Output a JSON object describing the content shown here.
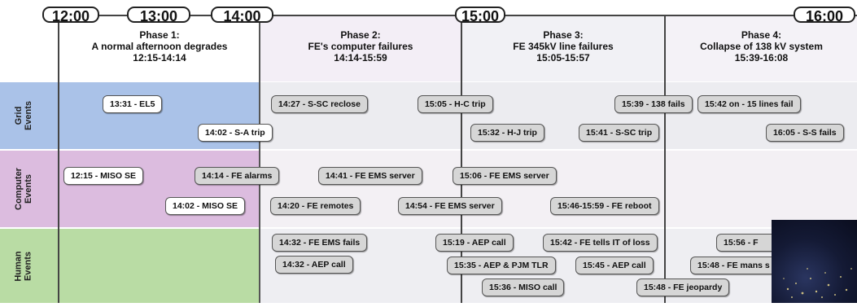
{
  "times": [
    "12:00",
    "13:00",
    "14:00",
    "15:00",
    "16:00"
  ],
  "phases": [
    {
      "text": "Phase 1:\nA normal afternoon degrades\n12:15-14:14"
    },
    {
      "text": "Phase 2:\nFE's computer failures\n14:14-15:59"
    },
    {
      "text": "Phase 3:\nFE 345kV line failures\n15:05-15:57"
    },
    {
      "text": "Phase 4:\nCollapse of 138 kV system\n15:39-16:08"
    }
  ],
  "rows": [
    {
      "label": "Grid\nEvents"
    },
    {
      "label": "Computer\nEvents"
    },
    {
      "label": "Human\nEvents"
    }
  ],
  "events": {
    "grid": [
      "13:31 - EL5",
      "14:02  - S-A trip",
      "14:27 - S-SC reclose",
      "15:05 - H-C trip",
      "15:32 - H-J trip",
      "15:39 - 138 fails",
      "15:41 - S-SC trip",
      "15:42 on - 15 lines fail",
      "16:05 - S-S fails"
    ],
    "computer": [
      "12:15 - MISO SE",
      "14:14 - FE alarms",
      "14:41 - FE EMS server",
      "15:06 - FE EMS server",
      "14:02 - MISO SE",
      "14:20 - FE remotes",
      "14:54 - FE EMS server",
      "15:46-15:59 - FE reboot"
    ],
    "human": [
      "14:32 - FE EMS fails",
      "15:19 - AEP call",
      "15:42 - FE tells IT of loss",
      "15:56 - F",
      "14:32 - AEP call",
      "15:35 - AEP & PJM TLR",
      "15:45 - AEP call",
      "15:48 - FE mans s",
      "15:36 - MISO call",
      "15:48 - FE jeopardy"
    ]
  },
  "colors": {
    "grid_band": "#aac2e8",
    "computer_band": "#dcbcdf",
    "human_band": "#b9dca4",
    "phase2": "#f3eef6",
    "phase3": "#f2f2f6",
    "phase4": "#f4f2f7",
    "rowbg": "#eeeef2",
    "event_grey": "#d6d6d6"
  }
}
